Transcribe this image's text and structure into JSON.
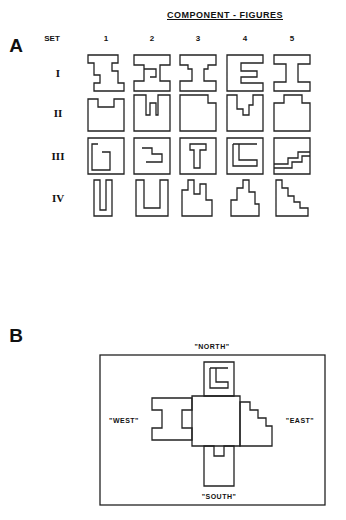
{
  "diagram": {
    "title": "COMPONENT - FIGURES",
    "labels": [
      "A",
      "SET",
      "1",
      "2",
      "3",
      "4",
      "5",
      "I",
      "II",
      "III",
      "IV",
      "B",
      "\"NORTH\"",
      "\"WEST\"",
      "\"EAST\"",
      "\"SOUTH\""
    ]
  }
}
